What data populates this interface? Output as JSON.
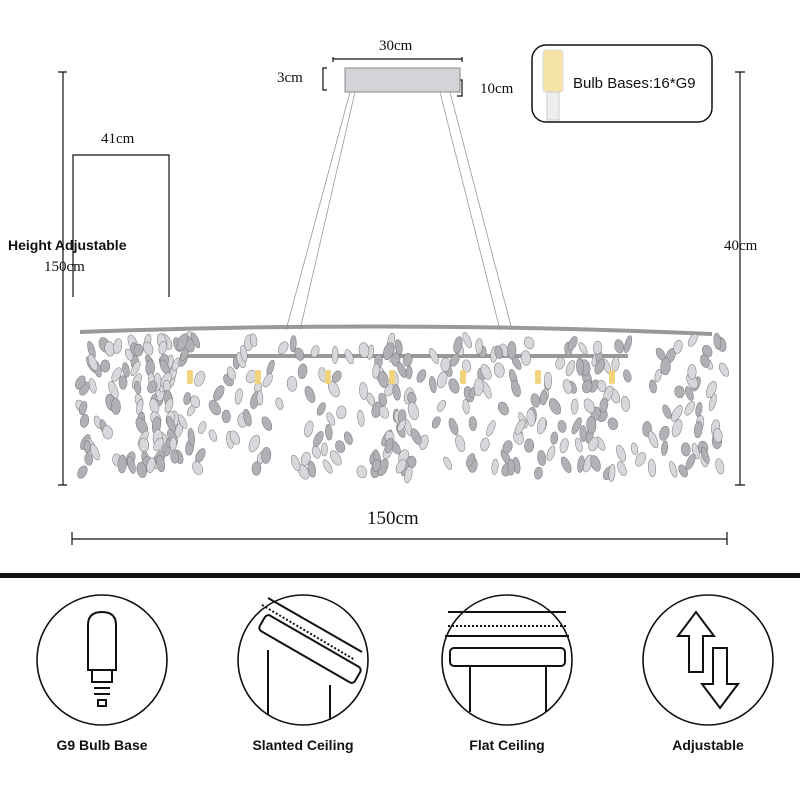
{
  "dimensions": {
    "canopy_length": "30cm",
    "canopy_thickness": "3cm",
    "canopy_width": "10cm",
    "drop_label": "Height Adjustable",
    "drop_value": "150cm",
    "depth": "41cm",
    "body_height": "40cm",
    "total_length": "150cm"
  },
  "bulb_box": {
    "label": "Bulb Bases:16*G9",
    "icon": "g9-bulb-icon"
  },
  "features": [
    {
      "label": "G9 Bulb Base",
      "icon": "g9-bulb-icon"
    },
    {
      "label": "Slanted Ceiling",
      "icon": "slanted-ceiling-icon"
    },
    {
      "label": "Flat Ceiling",
      "icon": "flat-ceiling-icon"
    },
    {
      "label": "Adjustable",
      "icon": "up-down-arrows-icon"
    }
  ],
  "colors": {
    "line": "#111111",
    "chrome": "#b8b8bc",
    "bulb": "#f2d27a"
  }
}
